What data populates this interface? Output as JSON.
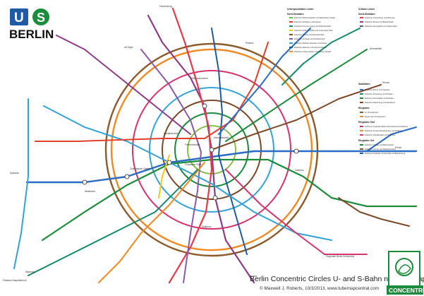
{
  "logo": {
    "u_letter": "U",
    "s_letter": "S",
    "city": "BERLIN",
    "s_color": "#1b8b3c",
    "u_color": "#1f5aa6"
  },
  "legend": {
    "ubahn_heading": "Untergrundbahn Linien",
    "nord_sudbahn": "Nord-Südbahn",
    "ubahn_items": [
      {
        "label": "Zwischen Wittenbergplatz und Warschauer Straße",
        "color": "#7dba3c"
      },
      {
        "label": "Zwischen Ruhleben und Pankow",
        "color": "#e0402c"
      },
      {
        "label": "Zwischen Krumme Lanke und Nollendorfplatz",
        "color": "#178a6d"
      },
      {
        "label": "Zwischen Nollendorfplatz und Innsbrucker Platz",
        "color": "#f3c81a"
      },
      {
        "label": "Zwischen Hönow und Alexanderplatz",
        "color": "#7b4a2a"
      },
      {
        "label": "Zwischen Alt-Tegel und Alt-Mariendorf",
        "color": "#8a5aa8"
      },
      {
        "label": "Zwischen Rathaus Spandau und Rudow",
        "color": "#35a2d6"
      },
      {
        "label": "Zwischen Wittenau und Hermannstraße",
        "color": "#1f5aa6"
      },
      {
        "label": "Zwischen Osloer Straße und Rathaus Steglitz",
        "color": "#f08a24"
      }
    ],
    "sbahn_heading": "S-Bahn Linien",
    "sbahn_nord_sud": "Nord-Südbahn",
    "sbahn_items": [
      {
        "label": "Zwischen Oranienburg und Wannsee",
        "color": "#e73a4a"
      },
      {
        "label": "Zwischen Bernau und Blankenfelde",
        "color": "#8e3b86"
      },
      {
        "label": "Zwischen Hennigsdorf und Teltow Stadt",
        "color": "#5a5a9a"
      }
    ],
    "stadtbahn_heading": "Stadtbahn",
    "stadtbahn_items": [
      {
        "label": "Zwischen Erkner und Spandau",
        "color": "#2b6cc4"
      },
      {
        "label": "Zwischen Strausberg und Potsdam",
        "color": "#178a6d"
      },
      {
        "label": "Zwischen Ahrensfelde und Potsdam",
        "color": "#1b8b3c"
      },
      {
        "label": "Zwischen Wartenberg und Westkreuz",
        "color": "#7b4a2a"
      }
    ],
    "ringbahn_heading": "Ringbahn",
    "ringbahn_items": [
      {
        "label": "Im Uhrzeigersinn",
        "color": "#8a5a2a"
      },
      {
        "label": "Gegen den Uhrzeigersinn",
        "color": "#f08a24"
      }
    ],
    "ringbahn_sud_heading": "Ringbahn Süd",
    "ringbahn_sud_items": [
      {
        "label": "Zwischen Flughafen Berlin-Schönefeld und Südkreuz",
        "color": "#d6336c"
      },
      {
        "label": "Zwischen Königs Wusterhausen und Südkreuz",
        "color": "#c6a11c"
      },
      {
        "label": "Zwischen Spindlersfeld und Südkreuz",
        "color": "#d6336c"
      }
    ],
    "ringbahn_ost_heading": "Ringbahn Ost",
    "ringbahn_ost_items": [
      {
        "label": "Zwischen Grünau und Birkenwerder",
        "color": "#1b8b3c"
      },
      {
        "label": "Zwischen Grünau und Waidmannslust",
        "color": "#8a5a2a"
      },
      {
        "label": "Zwischen Flughafen Schönefeld und Blankenburg",
        "color": "#1f5aa6"
      }
    ]
  },
  "map_title": "Berlin Concentric Circles U- and S-Bahn network map",
  "credit": "© Maxwell J. Roberts, 10/3/2013, www.tubemapcentral.com",
  "brand": "CONCENTRIC",
  "brand_color": "#1b8b3c",
  "ring_colors": {
    "ring_outer": "#8a5a2a",
    "ring_mid": "#f08a24",
    "ring_inner": "#1b8b3c",
    "circle": "#d6336c"
  },
  "stations": [
    {
      "name": "Alexanderplatz"
    },
    {
      "name": "Friedrichstraße"
    },
    {
      "name": "Hauptbahnhof"
    },
    {
      "name": "Zoologischer Garten"
    },
    {
      "name": "Potsdamer Platz"
    },
    {
      "name": "Ostkreuz"
    },
    {
      "name": "Westkreuz"
    },
    {
      "name": "Gesundbrunnen"
    },
    {
      "name": "Südkreuz"
    },
    {
      "name": "Spandau"
    },
    {
      "name": "Erkner"
    },
    {
      "name": "Wannsee"
    },
    {
      "name": "Pankow"
    },
    {
      "name": "Flughafen Berlin-Schönefeld"
    },
    {
      "name": "Oranienburg"
    },
    {
      "name": "Ahrensfelde"
    },
    {
      "name": "Rudow"
    },
    {
      "name": "Alt-Tegel"
    },
    {
      "name": "Hönow"
    },
    {
      "name": "Potsdam Hauptbahnhof"
    }
  ]
}
